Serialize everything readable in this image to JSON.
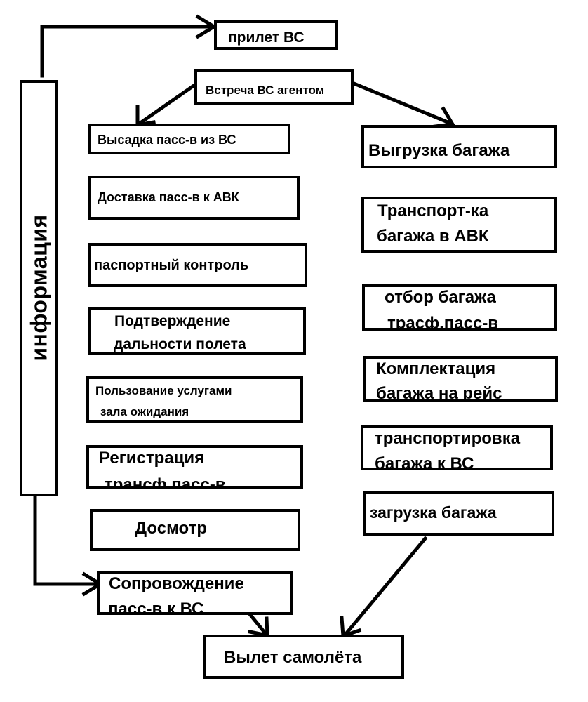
{
  "side_label": "информация",
  "boxes": {
    "arrival": "прилет ВС",
    "agent_meeting": "Встреча ВС агентом",
    "disembark": "Высадка пасс-в из ВС",
    "delivery": "Доставка пасс-в к АВК",
    "passport": "паспортный контроль",
    "confirm": [
      "Подтверждение",
      "дальности полета"
    ],
    "waiting_room": [
      "Пользование услугами",
      "зала ожидания"
    ],
    "registration": [
      "Регистрация",
      "трансф.пасс-в"
    ],
    "security": "Досмотр",
    "escort": [
      "Сопровождение",
      "пасс-в к ВС"
    ],
    "departure": "Вылет самолёта",
    "unloading": "Выгрузка багажа",
    "bag_transport": [
      "Транспорт-ка",
      "багажа в АВК"
    ],
    "bag_selection": [
      "отбор багажа",
      "трасф.пасс-в"
    ],
    "bag_assembly": [
      "Комплектация",
      "багажа на рейс"
    ],
    "bag_to_aircraft": [
      "транспортировка",
      "багажа к ВС"
    ],
    "loading": "загрузка багажа"
  }
}
